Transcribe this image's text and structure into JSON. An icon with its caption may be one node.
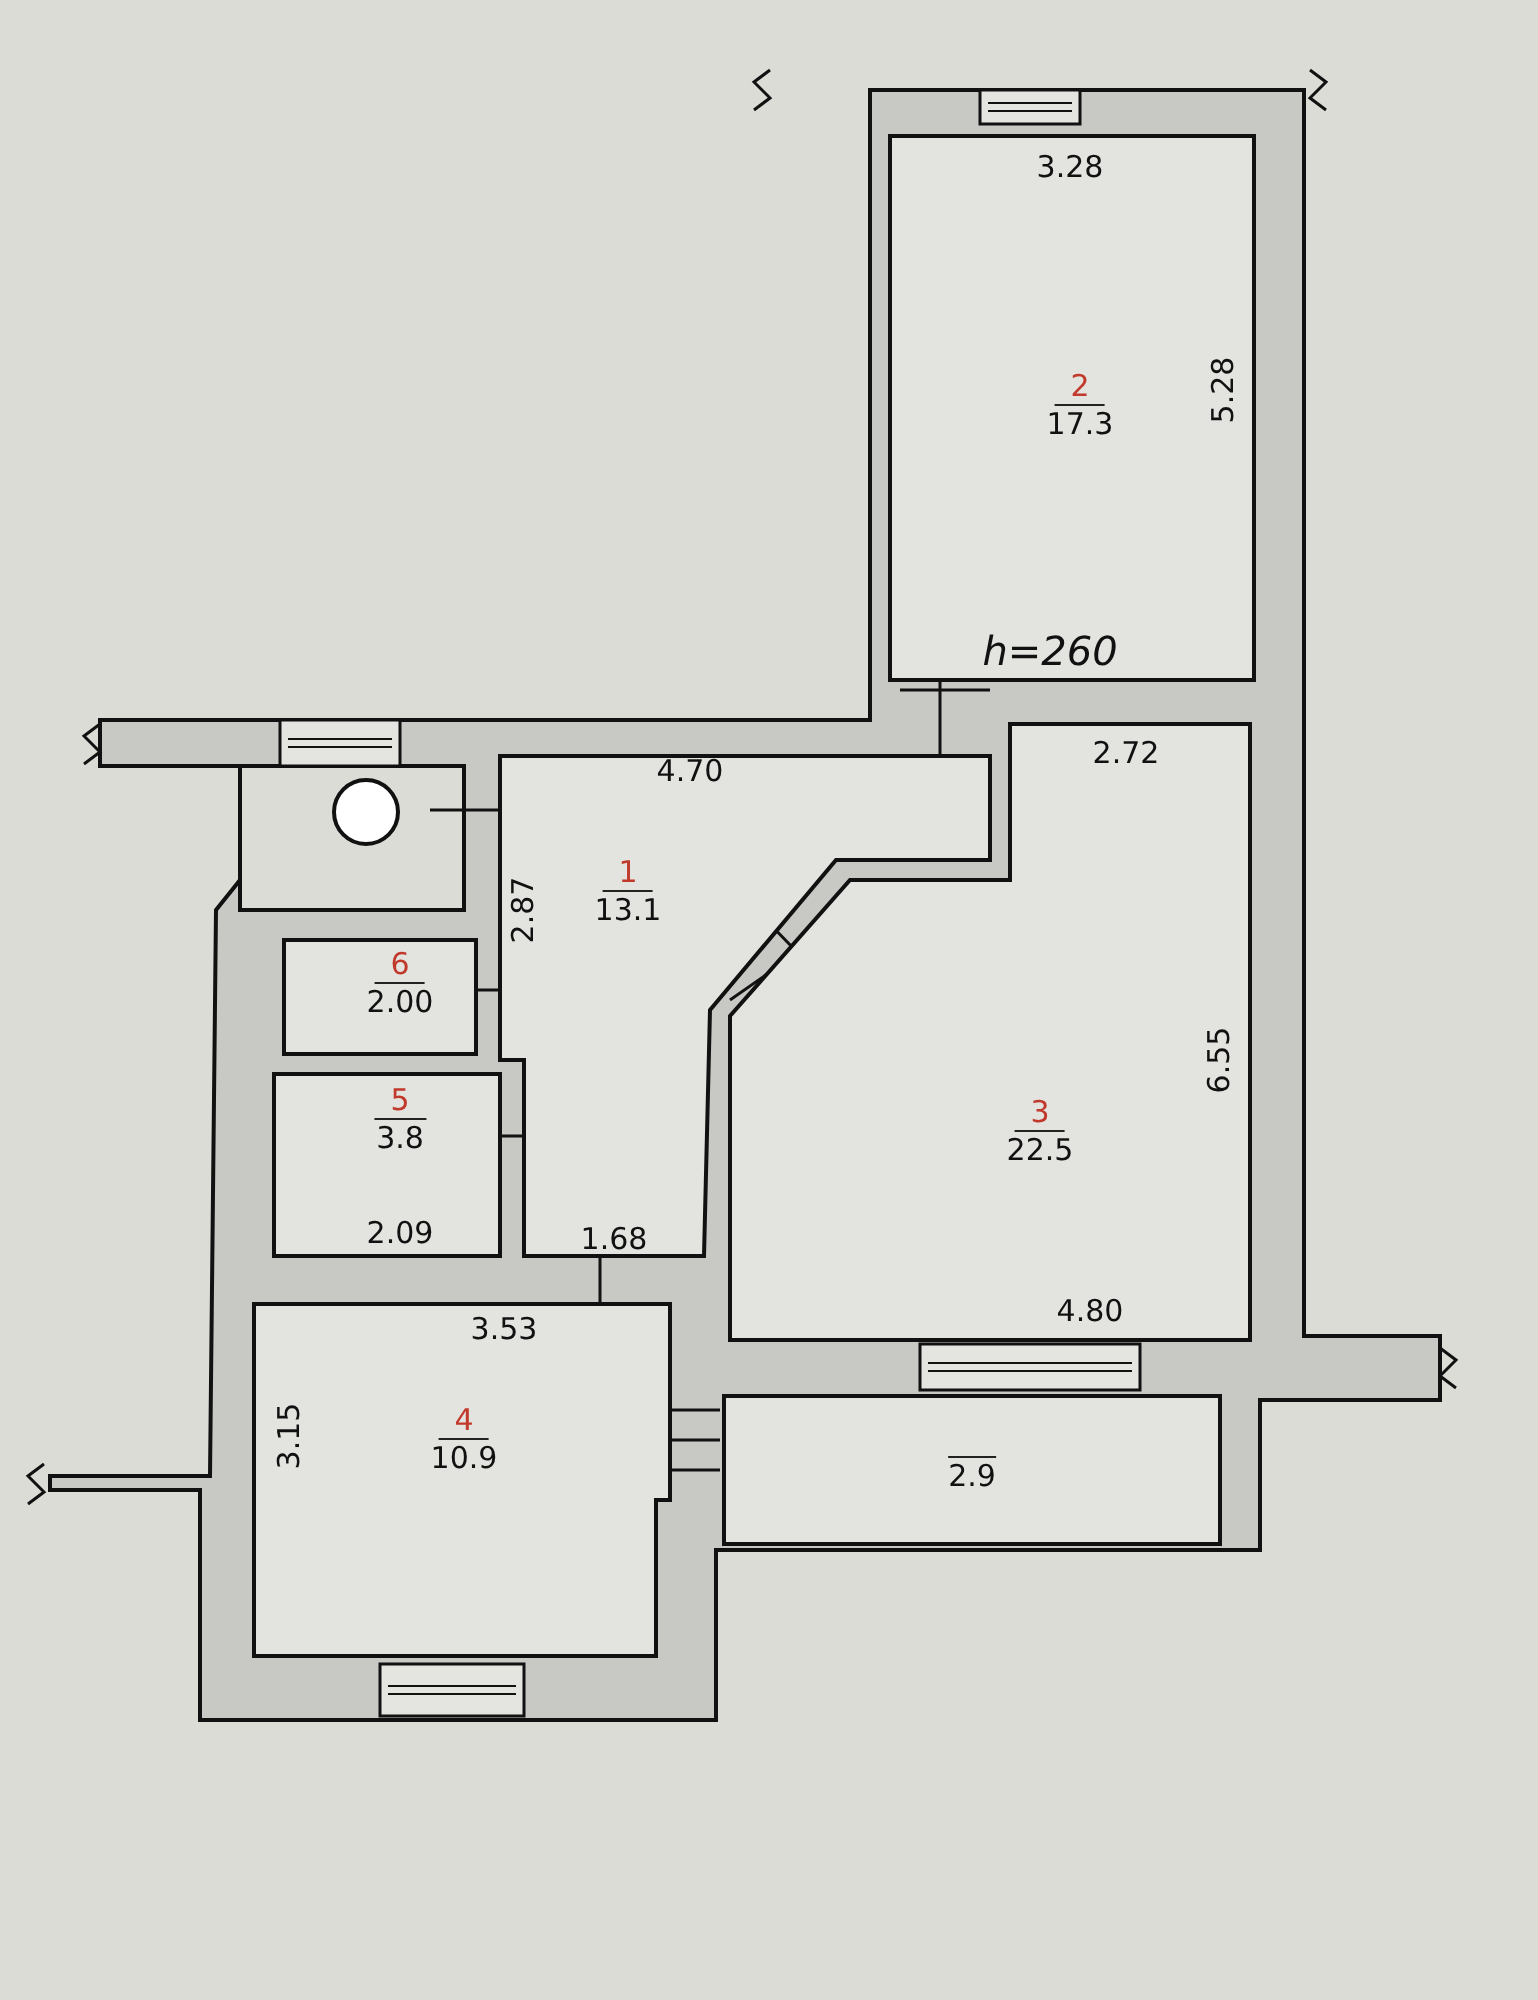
{
  "diagram": {
    "nodes": [
      {
        "text": [
          "2",
          "17.3"
        ]
      },
      {
        "text": [
          "1",
          "13.1"
        ]
      },
      {
        "text": [
          "3",
          "22.5"
        ]
      },
      {
        "text": [
          "6",
          "2.00"
        ]
      },
      {
        "text": [
          "5",
          "3.8"
        ]
      },
      {
        "text": [
          "4",
          "10.9"
        ]
      },
      {
        "text": [
          "2.9"
        ]
      }
    ],
    "labels": [
      "3.28",
      "5.28",
      "h=260",
      "4.70",
      "2.72",
      "2.87",
      "6.55",
      "2.09",
      "1.68",
      "4.80",
      "3.53",
      "3.15"
    ]
  }
}
